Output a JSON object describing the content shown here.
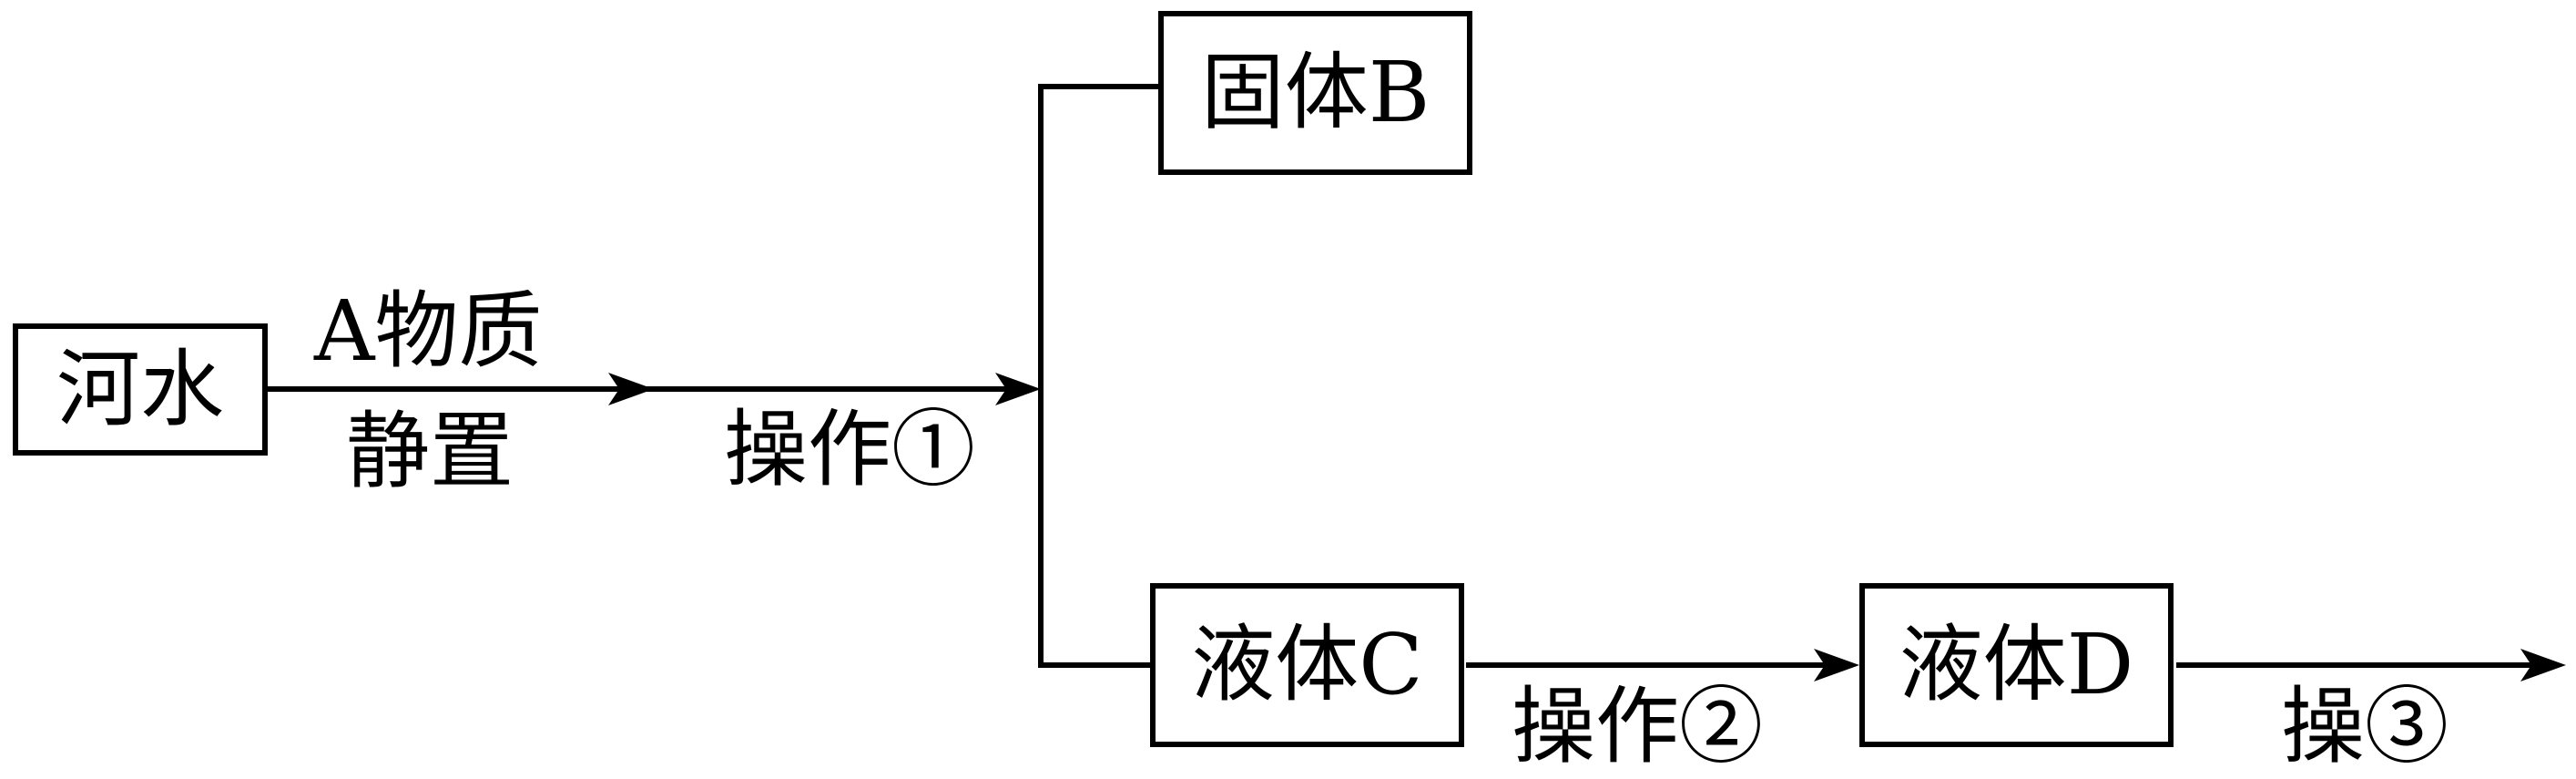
{
  "nodes": {
    "river_water": "河水",
    "solid_b": "固体B",
    "liquid_c": "液体C",
    "liquid_d": "液体D"
  },
  "edges": {
    "step1_top": "A物质",
    "step1_bottom": "静置",
    "op1": "操作①",
    "op2": "操作②",
    "op3": "操③"
  },
  "colors": {
    "stroke": "#000000",
    "background": "#ffffff"
  }
}
